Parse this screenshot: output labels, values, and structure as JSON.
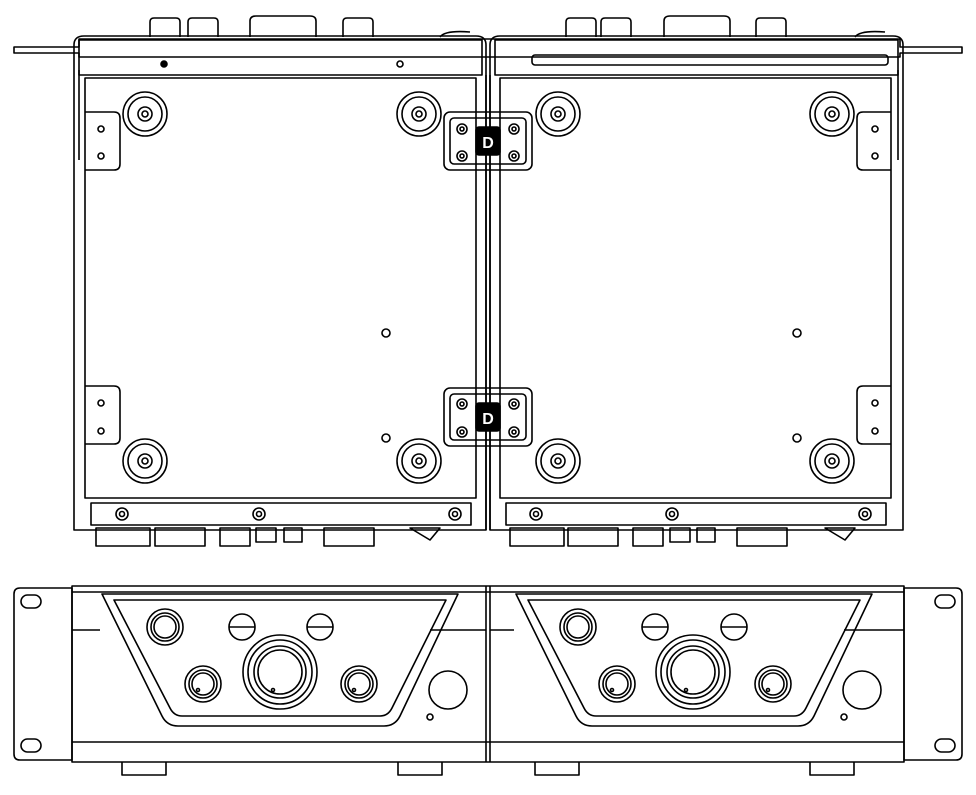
{
  "drawing": {
    "background": "#ffffff",
    "stroke_color": "#000000",
    "fill_dark": "#000000",
    "top_view": {
      "units": [
        {
          "id": "left-unit",
          "badge_top": {
            "text": "D"
          },
          "badge_bottom": {
            "text": "D"
          }
        },
        {
          "id": "right-unit"
        }
      ]
    },
    "front_view": {
      "units": [
        {
          "id": "left-front-unit"
        },
        {
          "id": "right-front-unit"
        }
      ]
    }
  }
}
